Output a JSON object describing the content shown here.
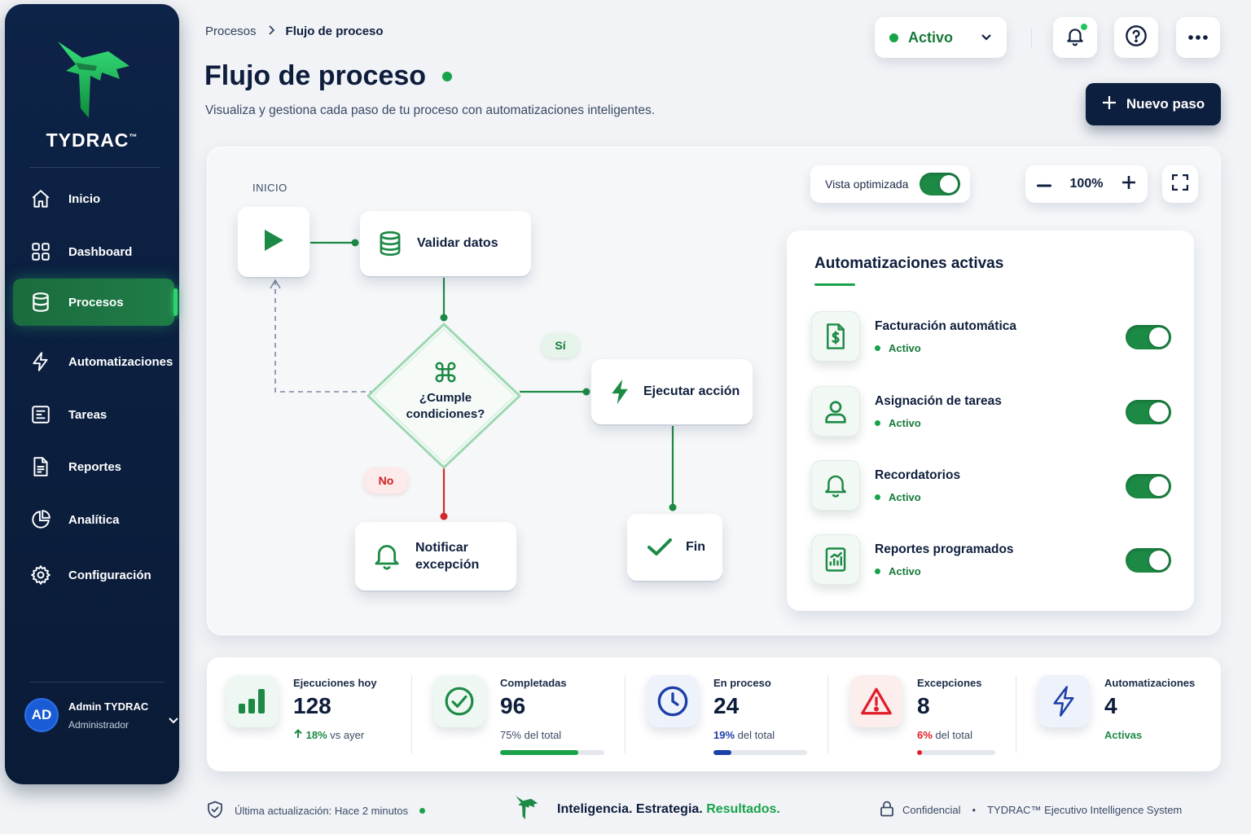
{
  "brand": {
    "name": "TYDRAC",
    "tm": "™"
  },
  "sidebar": {
    "items": [
      {
        "label": "Inicio",
        "icon": "home-icon"
      },
      {
        "label": "Dashboard",
        "icon": "grid-icon"
      },
      {
        "label": "Procesos",
        "icon": "database-icon",
        "active": true
      },
      {
        "label": "Automatizaciones",
        "icon": "lightning-icon"
      },
      {
        "label": "Tareas",
        "icon": "tasks-icon"
      },
      {
        "label": "Reportes",
        "icon": "document-icon"
      },
      {
        "label": "Analítica",
        "icon": "pie-chart-icon"
      },
      {
        "label": "Configuración",
        "icon": "gear-icon"
      }
    ],
    "user": {
      "initials": "AD",
      "name": "Admin TYDRAC",
      "role": "Administrador"
    }
  },
  "header": {
    "breadcrumb": {
      "parent": "Procesos",
      "current": "Flujo de proceso"
    },
    "title": "Flujo de proceso",
    "subtitle": "Visualiza y gestiona cada paso de tu proceso con automatizaciones inteligentes.",
    "status": "Activo",
    "new_step": "Nuevo paso"
  },
  "canvas": {
    "start_label": "INICIO",
    "view_toggle": "Vista optimizada",
    "zoom": "100%",
    "nodes": {
      "validate": "Validar datos",
      "condition_line1": "¿Cumple",
      "condition_line2": "condiciones?",
      "execute": "Ejecutar acción",
      "notify_line1": "Notificar",
      "notify_line2": "excepción",
      "end": "Fin"
    },
    "tags": {
      "yes": "Sí",
      "no": "No"
    }
  },
  "automations": {
    "title": "Automatizaciones activas",
    "items": [
      {
        "name": "Facturación automática",
        "status": "Activo",
        "icon": "invoice-icon"
      },
      {
        "name": "Asignación de tareas",
        "status": "Activo",
        "icon": "user-icon"
      },
      {
        "name": "Recordatorios",
        "status": "Activo",
        "icon": "bell-icon"
      },
      {
        "name": "Reportes programados",
        "status": "Activo",
        "icon": "report-chart-icon"
      }
    ]
  },
  "stats": [
    {
      "label": "Ejecuciones hoy",
      "value": "128",
      "sub_strong": "18%",
      "sub_rest": "vs ayer",
      "color": "#18a34a"
    },
    {
      "label": "Completadas",
      "value": "96",
      "sub_strong": "75%",
      "sub_rest": "del total",
      "progress": 0.75,
      "color": "#18a34a"
    },
    {
      "label": "En proceso",
      "value": "24",
      "sub_strong": "19%",
      "sub_rest": "del total",
      "progress": 0.19,
      "color": "#1d3fa8"
    },
    {
      "label": "Excepciones",
      "value": "8",
      "sub_strong": "6%",
      "sub_rest": "del total",
      "progress": 0.06,
      "color": "#e11d2a"
    },
    {
      "label": "Automatizaciones",
      "value": "4",
      "sub_strong": "Activas",
      "sub_rest": "",
      "color": "#18a34a"
    }
  ],
  "footer": {
    "updated": "Última actualización: Hace 2 minutos",
    "tagline_main": "Inteligencia. Estrategia.",
    "tagline_accent": "Resultados.",
    "confidential": "Confidencial",
    "bullet": "•",
    "system": "TYDRAC™ Ejecutivo Intelligence System"
  }
}
